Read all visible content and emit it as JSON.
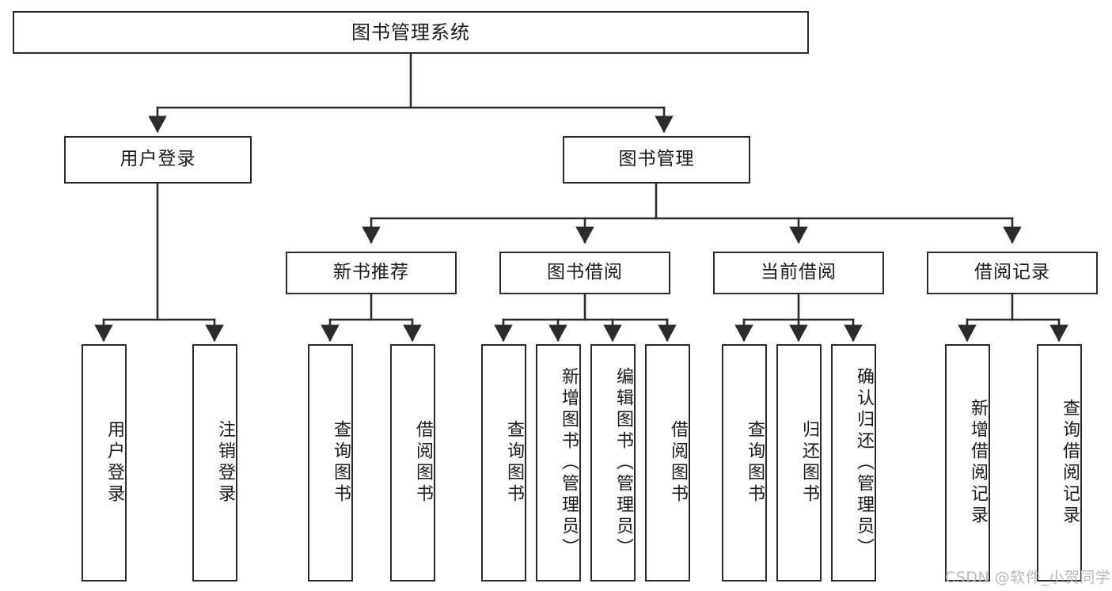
{
  "diagram": {
    "title": "图书管理系统",
    "type": "tree-hierarchy",
    "orientation": "top-down",
    "style": {
      "box_border_color": "#2b2b2b",
      "box_fill": "#ffffff",
      "line_color": "#2b2b2b",
      "text_color": "#1a1a1a",
      "background": "#ffffff"
    }
  },
  "root": {
    "label": "图书管理系统"
  },
  "level1": [
    {
      "label": "用户登录"
    },
    {
      "label": "图书管理"
    }
  ],
  "level2": [
    {
      "label": "新书推荐"
    },
    {
      "label": "图书借阅"
    },
    {
      "label": "当前借阅"
    },
    {
      "label": "借阅记录"
    }
  ],
  "leaves": {
    "user_login": [
      {
        "label": "用户登录"
      },
      {
        "label": "注销登录"
      }
    ],
    "new_book_recommend": [
      {
        "label": "查询图书"
      },
      {
        "label": "借阅图书"
      }
    ],
    "book_borrow": [
      {
        "label": "查询图书"
      },
      {
        "label": "新增图书（管理员）"
      },
      {
        "label": "编辑图书（管理员）"
      },
      {
        "label": "借阅图书"
      }
    ],
    "current_borrow": [
      {
        "label": "查询图书"
      },
      {
        "label": "归还图书"
      },
      {
        "label": "确认归还（管理员）"
      }
    ],
    "borrow_record": [
      {
        "label": "新增借阅记录"
      },
      {
        "label": "查询借阅记录"
      }
    ]
  },
  "watermark": {
    "text": "CSDN @软件_小贺同学"
  }
}
